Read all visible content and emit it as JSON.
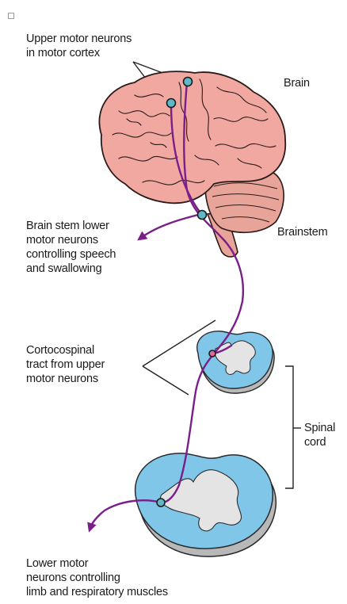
{
  "labels": {
    "upper_motor": [
      "Upper motor neurons",
      "in motor cortex"
    ],
    "brain": "Brain",
    "brainstem_lmn": [
      "Brain stem lower",
      "motor neurons",
      "controlling speech",
      "and swallowing"
    ],
    "brainstem": "Brainstem",
    "corticospinal": [
      "Cortocospinal",
      "tract from upper",
      "motor neurons"
    ],
    "spinal_cord": [
      "Spinal",
      "cord"
    ],
    "lower_motor": [
      "Lower motor",
      "neurons controlling",
      "limb and respiratory muscles"
    ]
  },
  "colors": {
    "brain_fill": "#f0a8a0",
    "brain_outline": "#2a1a1a",
    "cord_fill": "#7fc6e8",
    "cord_gray": "#d9d9d9",
    "tract": "#7a1f8a",
    "neuron_fill": "#5fb8c8"
  }
}
